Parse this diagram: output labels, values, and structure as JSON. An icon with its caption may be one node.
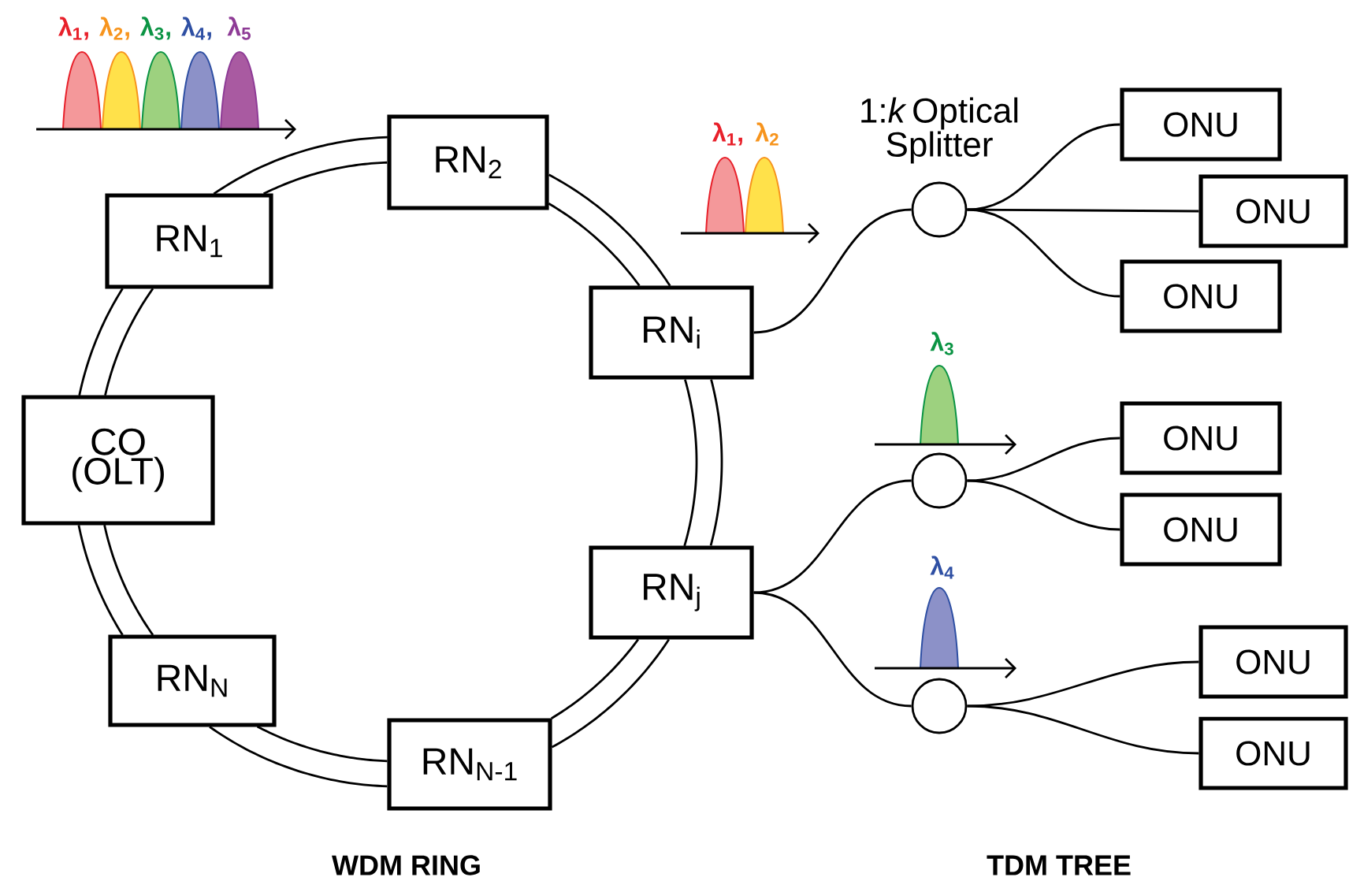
{
  "diagram": {
    "nodes": [
      {
        "text": [
          "CO (OLT)"
        ]
      },
      {
        "text": [
          "RN$_{1}$"
        ]
      },
      {
        "text": [
          "RN$_{2}$"
        ]
      },
      {
        "text": [
          "RN$_{i}$"
        ]
      },
      {
        "text": [
          "RN$_{j}$"
        ]
      },
      {
        "text": [
          "RN$_{N-1}$"
        ]
      },
      {
        "text": [
          "RN$_{N}$"
        ]
      },
      {
        "text": [],
        "shape": "circle",
        "beside": [
          "1:*k* Optical Splitter"
        ]
      },
      {
        "text": [],
        "shape": "circle"
      },
      {
        "text": [],
        "shape": "circle"
      },
      {
        "text": [
          "ONU"
        ]
      },
      {
        "text": [
          "ONU"
        ]
      },
      {
        "text": [
          "ONU"
        ]
      },
      {
        "text": [
          "ONU"
        ]
      },
      {
        "text": [
          "ONU"
        ]
      },
      {
        "text": [
          "ONU"
        ]
      },
      {
        "text": [
          "ONU"
        ]
      }
    ],
    "edges": [
      {
        "from": 0,
        "to": 1,
        "arrow": "none"
      },
      {
        "from": 0,
        "to": 1,
        "arrow": "none"
      },
      {
        "from": 1,
        "to": 2,
        "arrow": "none"
      },
      {
        "from": 1,
        "to": 2,
        "arrow": "none"
      },
      {
        "from": 2,
        "to": 3,
        "arrow": "none"
      },
      {
        "from": 2,
        "to": 3,
        "arrow": "none"
      },
      {
        "from": 3,
        "to": 4,
        "arrow": "none"
      },
      {
        "from": 3,
        "to": 4,
        "arrow": "none"
      },
      {
        "from": 4,
        "to": 5,
        "arrow": "none"
      },
      {
        "from": 4,
        "to": 5,
        "arrow": "none"
      },
      {
        "from": 5,
        "to": 6,
        "arrow": "none"
      },
      {
        "from": 5,
        "to": 6,
        "arrow": "none"
      },
      {
        "from": 6,
        "to": 0,
        "arrow": "none"
      },
      {
        "from": 6,
        "to": 0,
        "arrow": "none"
      },
      {
        "from": 3,
        "to": 7,
        "arrow": "none"
      },
      {
        "from": 4,
        "to": 8,
        "arrow": "none"
      },
      {
        "from": 4,
        "to": 9,
        "arrow": "none"
      },
      {
        "from": 7,
        "to": 10,
        "arrow": "none"
      },
      {
        "from": 7,
        "to": 11,
        "arrow": "none"
      },
      {
        "from": 7,
        "to": 12,
        "arrow": "none"
      },
      {
        "from": 8,
        "to": 13,
        "arrow": "none"
      },
      {
        "from": 8,
        "to": 14,
        "arrow": "none"
      },
      {
        "from": 9,
        "to": 15,
        "arrow": "none"
      },
      {
        "from": 9,
        "to": 16,
        "arrow": "none"
      }
    ],
    "labels": [
      "λ$_{1}$,",
      "λ$_{2}$,",
      "λ$_{3}$,",
      "λ$_{4}$,",
      "λ$_{5}$",
      "λ$_{1}$,",
      "λ$_{2}$",
      "λ$_{3}$",
      "λ$_{4}$",
      "WDM RING",
      "TDM TREE"
    ]
  }
}
